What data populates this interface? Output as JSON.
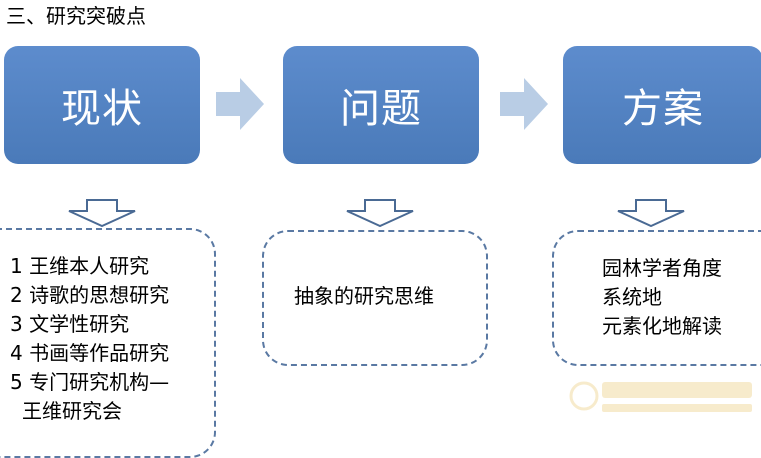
{
  "heading": "三、研究突破点",
  "stages": [
    {
      "title": "现状",
      "details": [
        "1 王维本人研究",
        "2 诗歌的思想研究",
        "3 文学性研究",
        "4 书画等作品研究",
        "5 专门研究机构—",
        "王维研究会"
      ]
    },
    {
      "title": "问题",
      "details": [
        "抽象的研究思维"
      ]
    },
    {
      "title": "方案",
      "details": [
        "园林学者角度",
        "系统地",
        "元素化地解读"
      ]
    }
  ],
  "colors": {
    "stage_fill": "#4f81bd",
    "arrow_fill": "#b9cde5",
    "arrow_stroke": "#4a6a94",
    "box_border": "#5a79a3"
  }
}
